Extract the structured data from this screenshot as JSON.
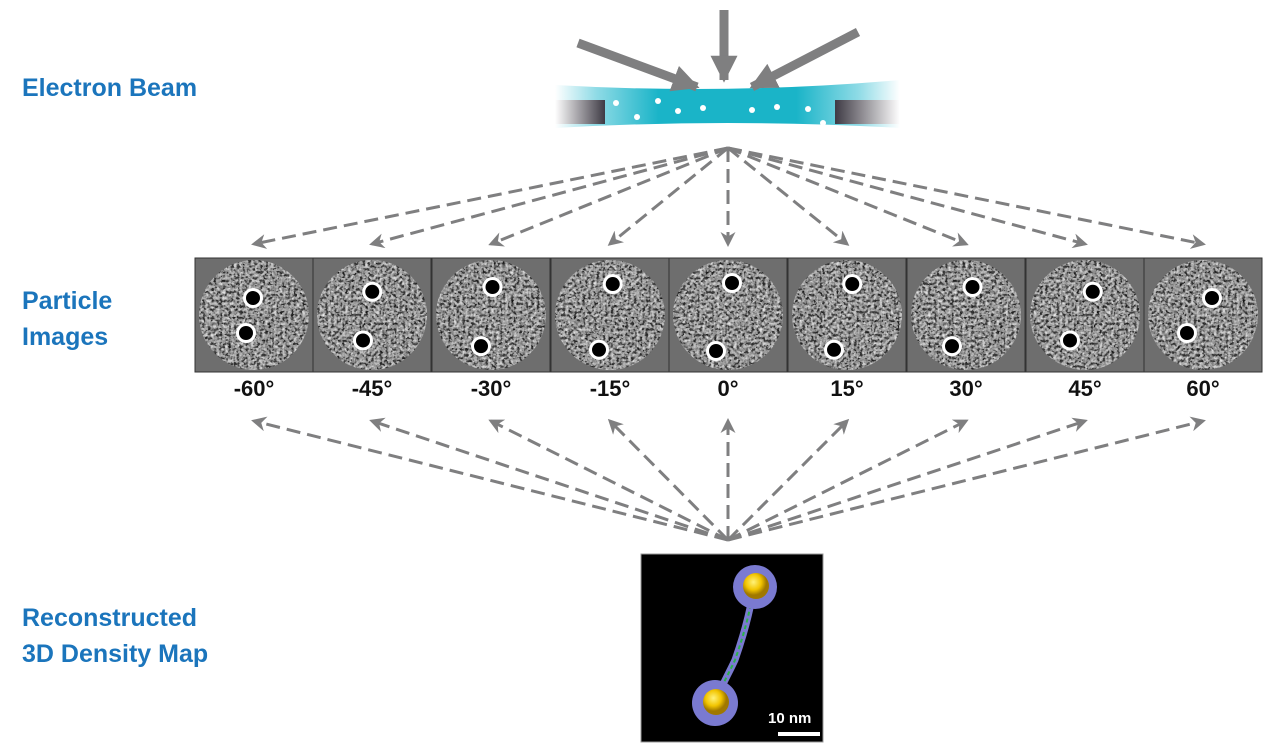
{
  "labels": {
    "beam": "Electron Beam",
    "particles_line1": "Particle",
    "particles_line2": "Images",
    "recon_line1": "Reconstructed",
    "recon_line2": "3D Density Map"
  },
  "tilt_angles": [
    "-60°",
    "-45°",
    "-30°",
    "-15°",
    "0°",
    "15°",
    "30°",
    "45°",
    "60°"
  ],
  "tilt_values": [
    -60,
    -45,
    -30,
    -15,
    0,
    15,
    30,
    45,
    60
  ],
  "scale_bar": "10 nm",
  "colors": {
    "label": "#1b75bc",
    "arrow": "#7f7f80",
    "ice": "#1ab4c8",
    "gold": "#f2c500",
    "protein": "#7a7ad0",
    "dna": "#2bb34a"
  }
}
